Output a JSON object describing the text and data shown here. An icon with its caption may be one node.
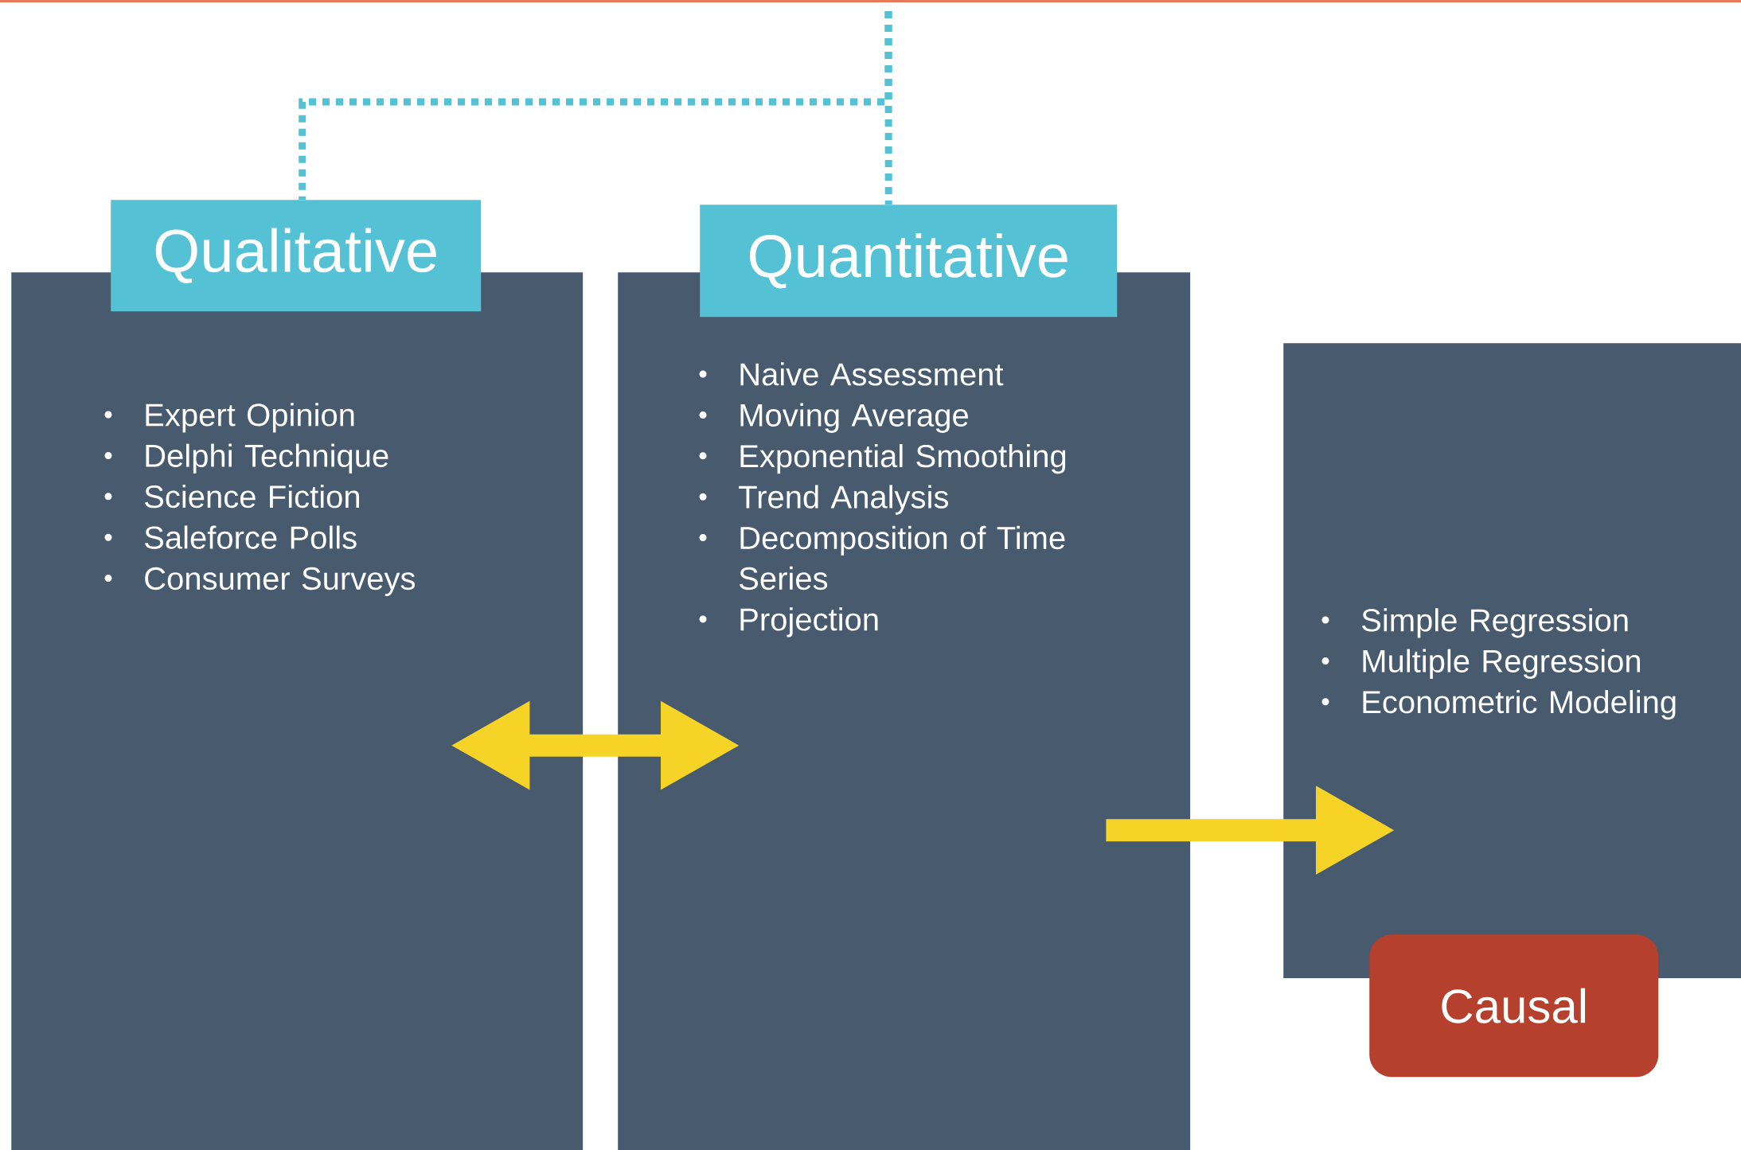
{
  "diagram": {
    "nodes": [
      {
        "text": [
          "Qualitative"
        ]
      },
      {
        "text": [
          "Expert Opinion",
          "Delphi Technique",
          "Science Fiction",
          "Saleforce Polls",
          "Consumer Surveys"
        ]
      },
      {
        "text": [
          "Quantitative"
        ]
      },
      {
        "text": [
          "Naive Assessment",
          "Moving Average",
          "Exponential Smoothing",
          "Trend Analysis",
          "Decomposition of Time Series",
          "Projection"
        ]
      },
      {
        "text": [
          "Simple Regression",
          "Multiple Regression",
          "Econometric Modeling"
        ]
      },
      {
        "text": [
          "Causal"
        ]
      }
    ],
    "edges": [
      {
        "from": null,
        "to": 0,
        "arrow": "none",
        "style": "dashed",
        "color": "#54c1d5"
      },
      {
        "from": null,
        "to": 2,
        "arrow": "none",
        "style": "dashed",
        "color": "#54c1d5"
      },
      {
        "from": 1,
        "to": 3,
        "arrow": "both",
        "style": "thick",
        "color": "#f5d327"
      },
      {
        "from": 3,
        "to": 4,
        "arrow": "to",
        "style": "thick",
        "color": "#f5d327"
      }
    ]
  }
}
